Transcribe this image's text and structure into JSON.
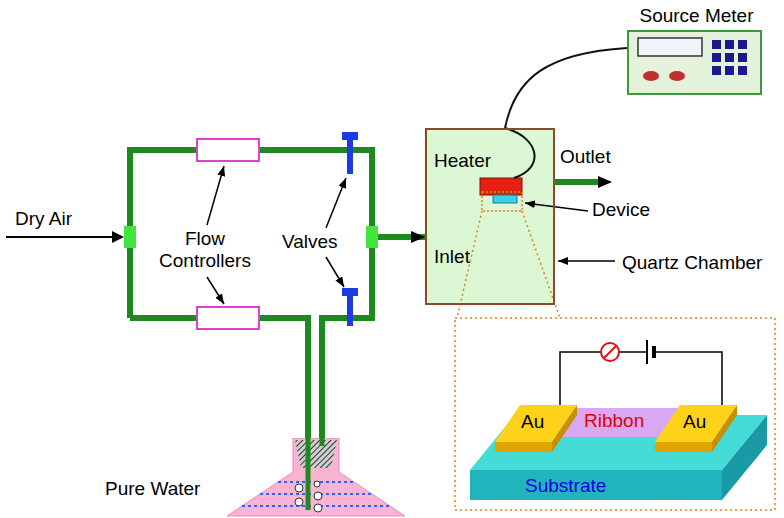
{
  "diagram": {
    "nodes": [
      {
        "text": [
          "Source Meter"
        ]
      },
      {
        "text": [
          "Quartz Chamber"
        ]
      },
      {
        "text": [
          "Pure Water"
        ]
      }
    ],
    "edges": [
      {
        "from": 0,
        "to": 1,
        "arrow": "none"
      },
      {
        "from": 2,
        "to": 1,
        "arrow": "to"
      }
    ],
    "labels": [
      "Dry Air",
      "Flow Controllers",
      "Valves",
      "Heater",
      "Outlet",
      "Device",
      "Inlet",
      "Au",
      "Ribbon",
      "Au",
      "Substrate"
    ]
  }
}
